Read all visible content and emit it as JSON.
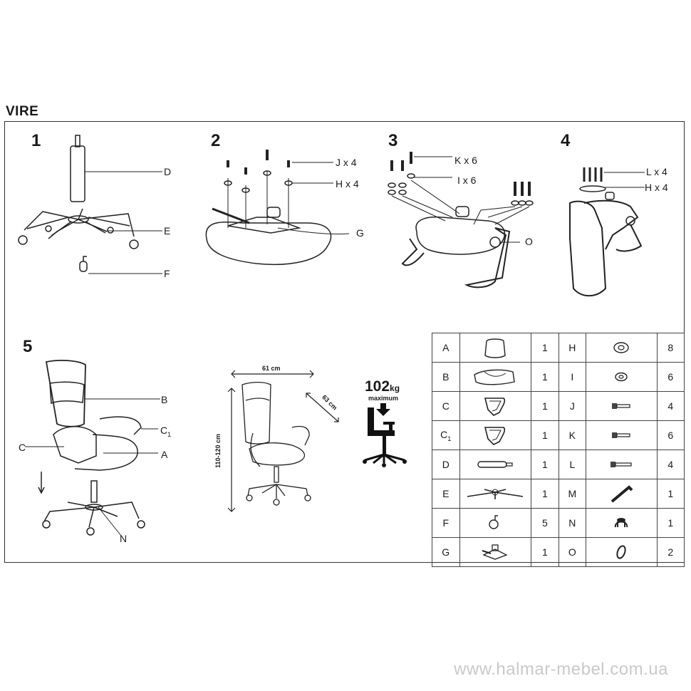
{
  "title": "VIRE",
  "watermark": "www.halmar-mebel.com.ua",
  "steps": [
    {
      "number": "1",
      "labels": [
        "D",
        "E",
        "F"
      ]
    },
    {
      "number": "2",
      "labels": [
        "J x 4",
        "H x 4",
        "G"
      ]
    },
    {
      "number": "3",
      "labels": [
        "K x 6",
        "I x 6",
        "O"
      ]
    },
    {
      "number": "4",
      "labels": [
        "L x 4",
        "H x 4"
      ]
    },
    {
      "number": "5",
      "labels": [
        "B",
        "C",
        "C1",
        "A",
        "N"
      ]
    }
  ],
  "dimensions": {
    "width": "61 cm",
    "depth": "63 cm",
    "height": "110-120 cm"
  },
  "load": {
    "value": "102",
    "unit": "kg",
    "note": "maximum"
  },
  "parts_left": [
    {
      "letter": "A",
      "qty": "1",
      "icon": "seat-cushion-icon"
    },
    {
      "letter": "B",
      "qty": "1",
      "icon": "backrest-icon"
    },
    {
      "letter": "C",
      "qty": "1",
      "icon": "armrest-icon"
    },
    {
      "letter": "C1",
      "qty": "1",
      "icon": "armrest-icon"
    },
    {
      "letter": "D",
      "qty": "1",
      "icon": "gas-lift-icon"
    },
    {
      "letter": "E",
      "qty": "1",
      "icon": "star-base-icon"
    },
    {
      "letter": "F",
      "qty": "5",
      "icon": "caster-icon"
    },
    {
      "letter": "G",
      "qty": "1",
      "icon": "mechanism-icon"
    }
  ],
  "parts_right": [
    {
      "letter": "H",
      "qty": "8",
      "icon": "washer-icon"
    },
    {
      "letter": "I",
      "qty": "6",
      "icon": "washer-small-icon"
    },
    {
      "letter": "J",
      "qty": "4",
      "icon": "bolt-icon"
    },
    {
      "letter": "K",
      "qty": "6",
      "icon": "bolt-icon"
    },
    {
      "letter": "L",
      "qty": "4",
      "icon": "bolt-long-icon"
    },
    {
      "letter": "M",
      "qty": "1",
      "icon": "allen-key-icon"
    },
    {
      "letter": "N",
      "qty": "1",
      "icon": "cover-icon"
    },
    {
      "letter": "O",
      "qty": "2",
      "icon": "ring-icon"
    }
  ]
}
